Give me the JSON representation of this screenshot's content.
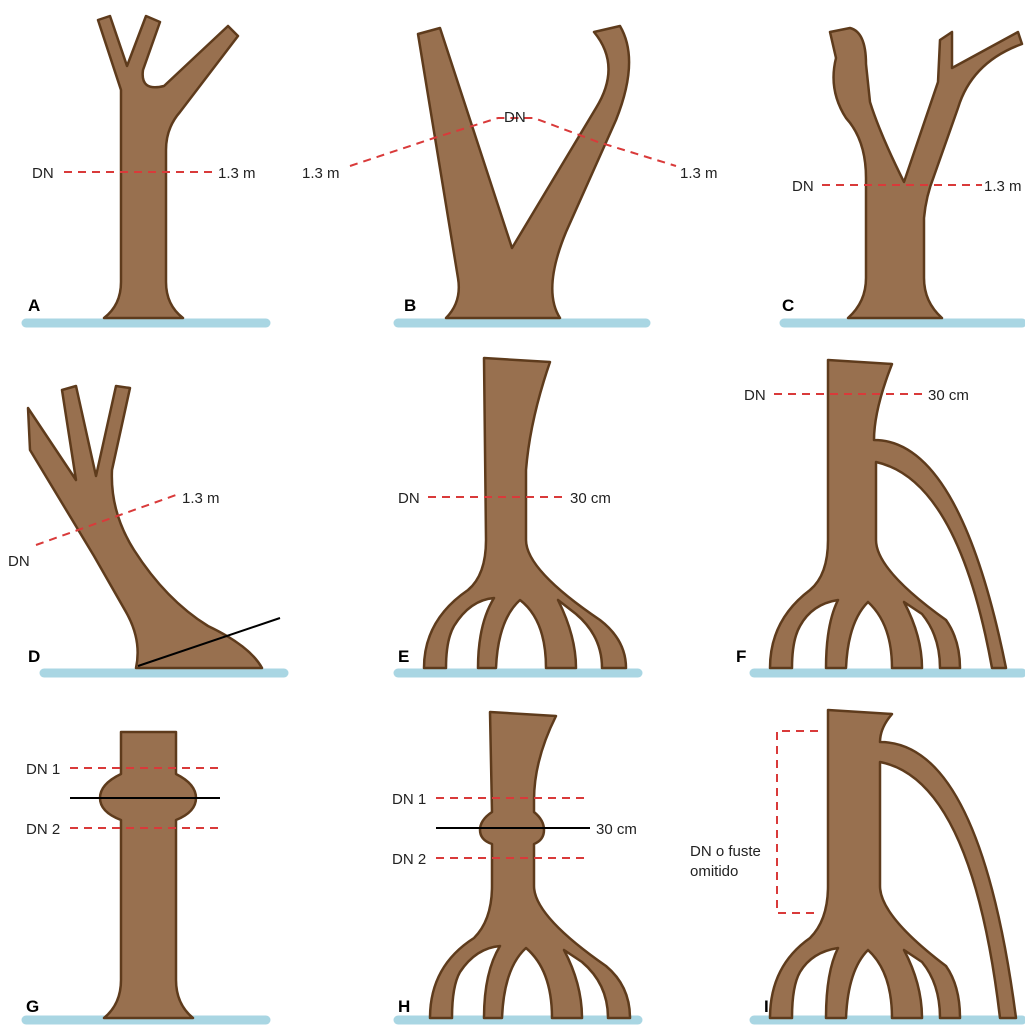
{
  "panels": [
    {
      "id": "A",
      "labels": [
        "DN",
        "1.3 m"
      ]
    },
    {
      "id": "B",
      "labels": [
        "DN",
        "1.3 m",
        "1.3 m"
      ]
    },
    {
      "id": "C",
      "labels": [
        "DN",
        "1.3 m"
      ]
    },
    {
      "id": "D",
      "labels": [
        "DN",
        "1.3 m"
      ]
    },
    {
      "id": "E",
      "labels": [
        "DN",
        "30 cm"
      ]
    },
    {
      "id": "F",
      "labels": [
        "DN",
        "30 cm"
      ]
    },
    {
      "id": "G",
      "labels": [
        "DN 1",
        "DN 2"
      ]
    },
    {
      "id": "H",
      "labels": [
        "DN 1",
        "DN 2",
        "30 cm"
      ]
    },
    {
      "id": "I",
      "labels": [
        "DN o fuste",
        "omitido"
      ]
    }
  ],
  "colors": {
    "trunk": "#98704f",
    "outline": "#5e3b1c",
    "ground": "#a9d6e3",
    "measure": "#d93a3a",
    "cut": "#000000"
  }
}
